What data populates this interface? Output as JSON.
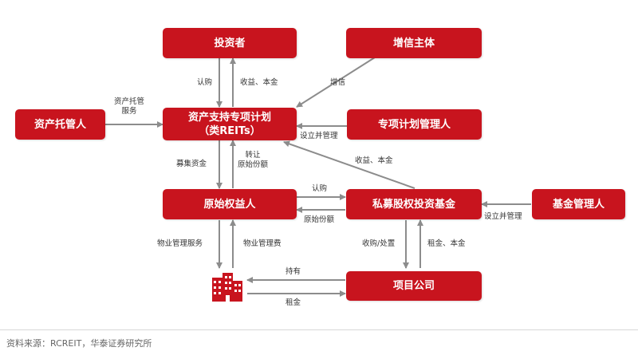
{
  "colors": {
    "box_fill": "#c8141e",
    "box_text": "#ffffff",
    "arrow": "#8c8c8c",
    "label": "#333333"
  },
  "nodes": {
    "investor": "投资者",
    "credit_enhancer": "增信主体",
    "asset_custodian": "资产托管人",
    "abs_plan_line1": "资产支持专项计划",
    "abs_plan_line2": "（类REITs）",
    "plan_manager": "专项计划管理人",
    "original_owner": "原始权益人",
    "pe_fund": "私募股权投资基金",
    "fund_manager": "基金管理人",
    "project_company": "项目公司",
    "property_icon": "building-icon"
  },
  "edges": {
    "subscribe_top": "认购",
    "income_principal_top": "收益、本金",
    "credit_enhance": "增信",
    "custody_line1": "资产托管",
    "custody_line2": "服务",
    "setup_manage_plan": "设立并管理",
    "income_principal_mid": "收益、本金",
    "raise_funds": "募集资金",
    "transfer_line1": "转让",
    "transfer_line2": "原始份额",
    "subscribe_mid": "认购",
    "original_shares": "原始份额",
    "setup_manage_fund": "设立并管理",
    "property_mgmt_service": "物业管理服务",
    "property_mgmt_fee": "物业管理费",
    "acquire_dispose": "收购/处置",
    "rent_principal": "租金、本金",
    "hold": "持有",
    "rent": "租金"
  },
  "footer": {
    "source": "资料来源：RCREIT，华泰证券研究所"
  }
}
